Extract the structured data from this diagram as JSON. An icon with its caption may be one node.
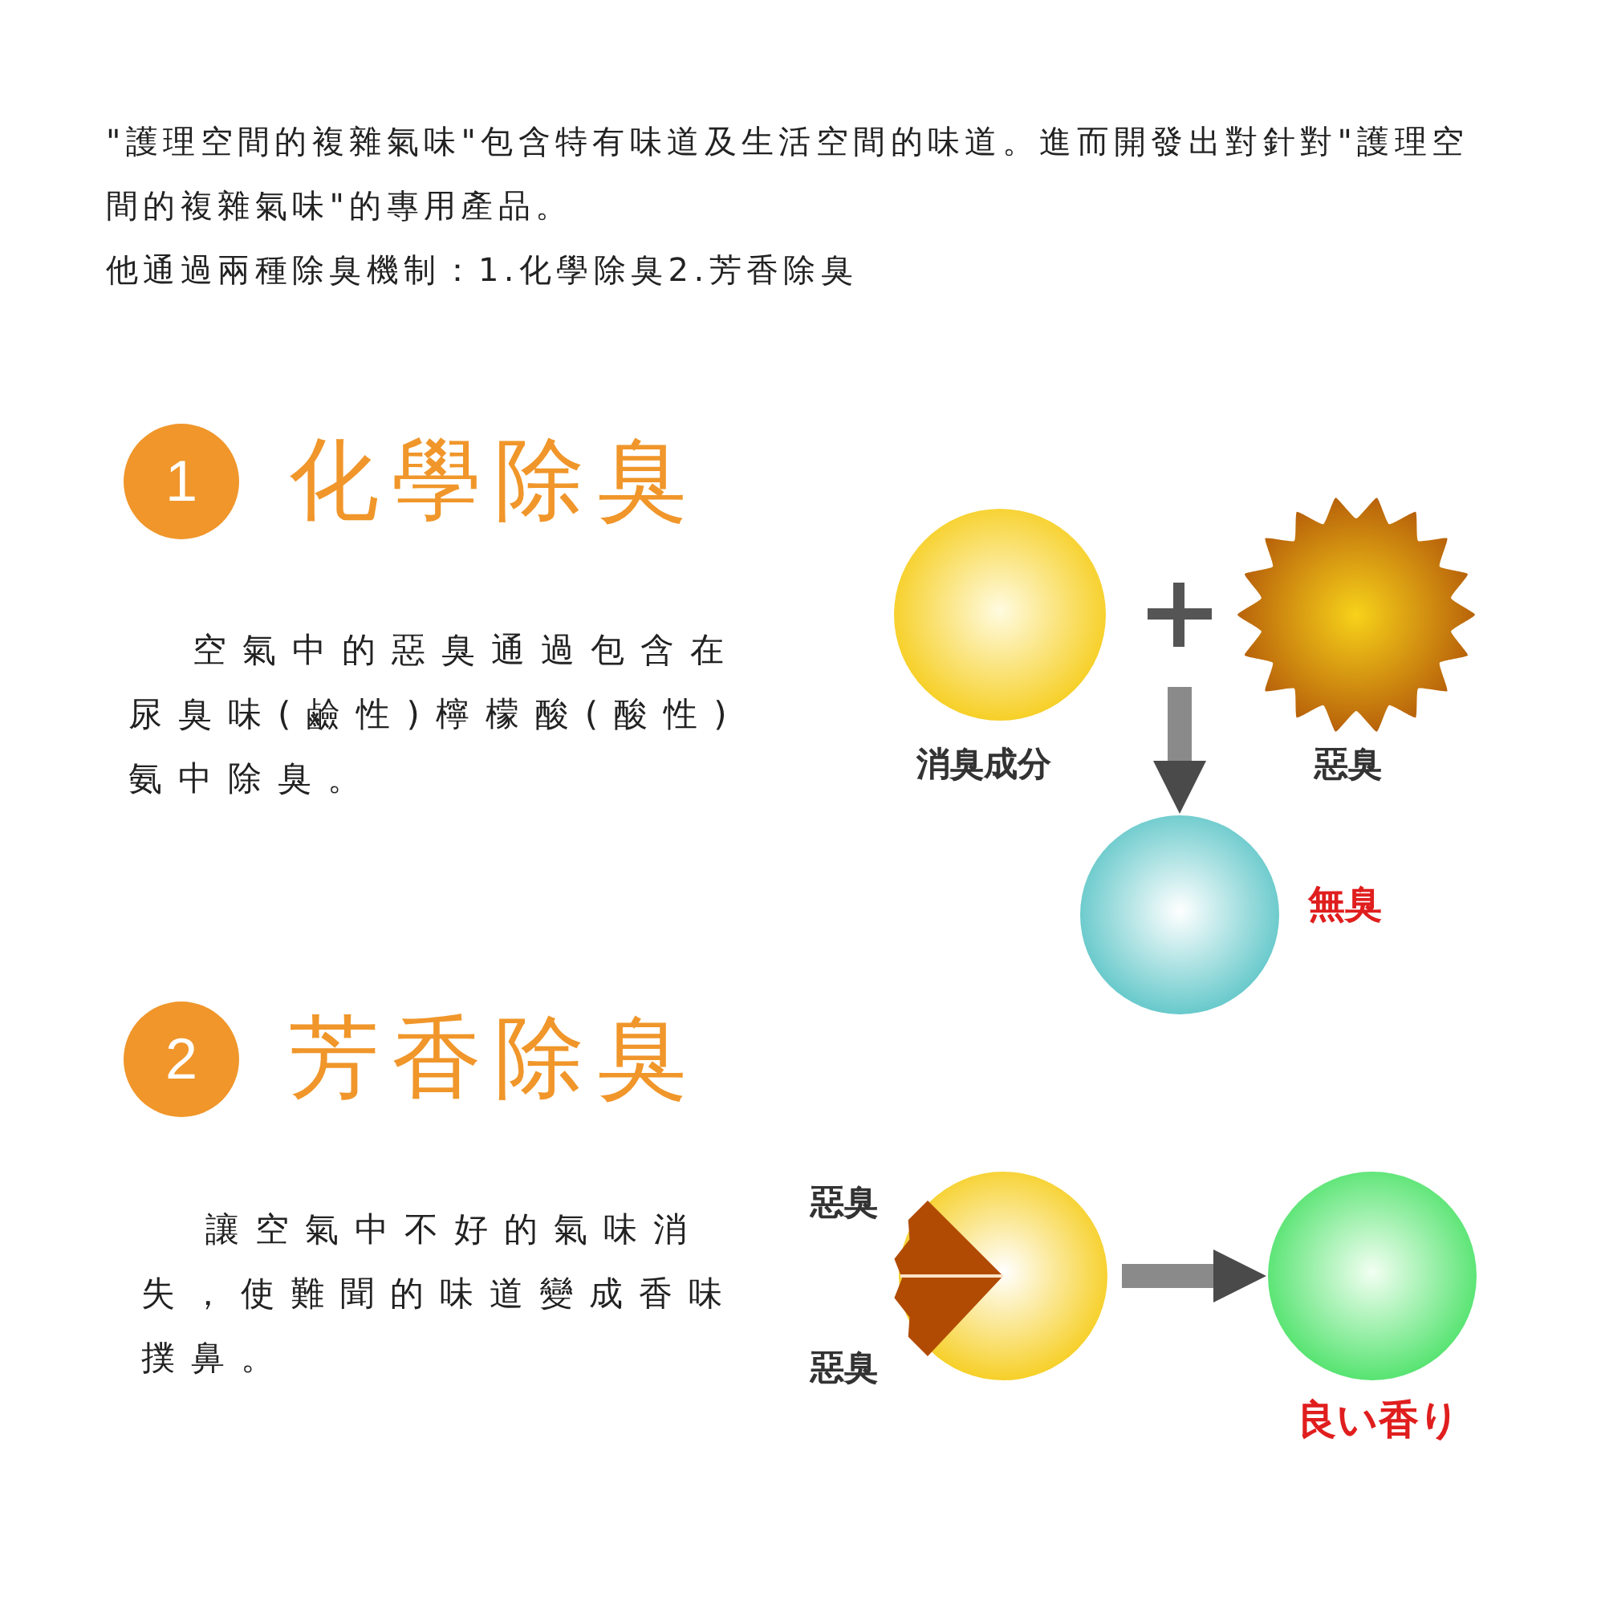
{
  "diagram": {
    "nodes": [
      {
        "text": [
          "1"
        ],
        "beside": [
          "化學除臭"
        ]
      },
      {
        "text": [],
        "shape": "circle",
        "beside": [
          "消臭成分"
        ]
      },
      {
        "text": [],
        "shape": "sun",
        "beside": [
          "惡臭"
        ]
      },
      {
        "text": [],
        "shape": "circle",
        "beside": [
          "無臭"
        ]
      },
      {
        "text": [
          "2"
        ],
        "beside": [
          "芳香除臭"
        ]
      },
      {
        "text": [],
        "shape": "circle",
        "beside": [
          "惡臭",
          "惡臭"
        ]
      },
      {
        "text": [],
        "shape": "circle",
        "beside": [
          "良い香り"
        ]
      }
    ],
    "edges": [
      {
        "from": null,
        "to": 3,
        "arrow": "to"
      },
      {
        "from": 5,
        "to": 6,
        "arrow": "to"
      }
    ],
    "labels": [
      "\"護理空間的複雜氣味\"包含特有味道及生活空間的味道。進而開發出對針對\"護理空間的複雜氣味\"的專用產品。",
      "他通過兩種除臭機制：1.化學除臭2.芳香除臭",
      "空氣中的惡臭通過包含在尿臭味(鹼性)檸檬酸(酸性)氨中除臭。",
      "讓空氣中不好的氣味消失，使難聞的味道變成香味撲鼻。"
    ]
  }
}
